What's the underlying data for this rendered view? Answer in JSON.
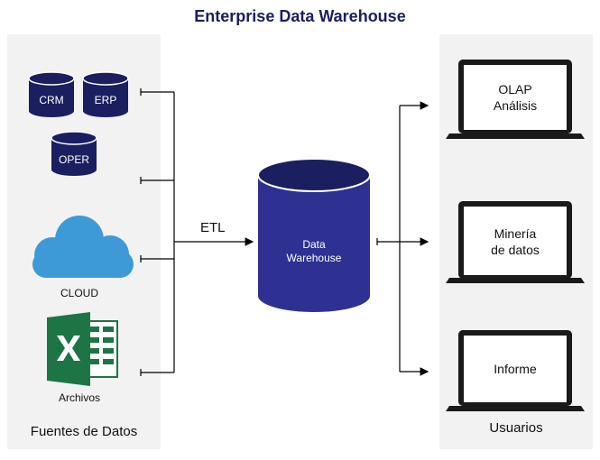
{
  "title": "Enterprise Data Warehouse",
  "sources": {
    "caption": "Fuentes de Datos",
    "databases": [
      {
        "label": "CRM",
        "icon": "database-icon"
      },
      {
        "label": "ERP",
        "icon": "database-icon"
      },
      {
        "label": "OPER",
        "icon": "database-icon"
      }
    ],
    "cloud": {
      "label": "CLOUD",
      "icon": "cloud-icon"
    },
    "files": {
      "label": "Archivos",
      "icon": "excel-icon"
    }
  },
  "etl_label": "ETL",
  "warehouse": {
    "line1": "Data",
    "line2": "Warehouse",
    "icon": "database-icon"
  },
  "users": {
    "caption": "Usuarios",
    "items": [
      {
        "line1": "OLAP",
        "line2": "Análisis",
        "icon": "laptop-icon"
      },
      {
        "line1": "Minería",
        "line2": "de datos",
        "icon": "laptop-icon"
      },
      {
        "line1": "Informe",
        "line2": "",
        "icon": "laptop-icon"
      }
    ]
  },
  "colors": {
    "title": "#1a1f5e",
    "db_navy": "#1b1f5f",
    "warehouse_body": "#2e3191",
    "cloud": "#3e9ad6",
    "excel_green": "#1d7444",
    "panel": "#f2f2f2"
  }
}
